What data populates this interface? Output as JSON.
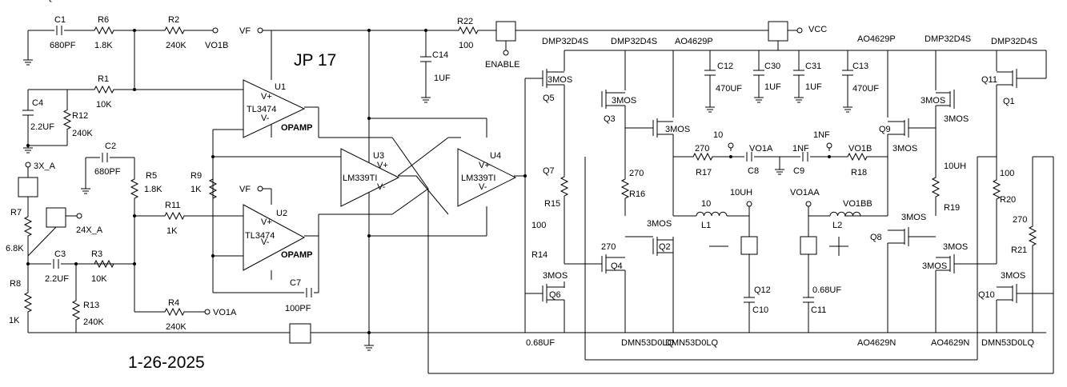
{
  "title": "JP 17",
  "date": "1-26-2025",
  "labels": [
    "C1",
    "680PF",
    "R6",
    "1.8K",
    "R2",
    "240K",
    "VO1B",
    "VF",
    "R1",
    "10K",
    "C4",
    "2.2UF",
    "R12",
    "240K",
    "U1",
    "TL3474",
    "V+",
    "V-",
    "OPAMP",
    "C2",
    "680PF",
    "R5",
    "1.8K",
    "R9",
    "1K",
    "R11",
    "1K",
    "U2",
    "TL3474",
    "V+",
    "V-",
    "OPAMP",
    "VF",
    "U3",
    "LM339TI",
    "V+",
    "V-",
    "U4",
    "LM339TI",
    "V+",
    "V-",
    "3X_A",
    "R7",
    "6.8K",
    "24X_A",
    "C3",
    "2.2UF",
    "R3",
    "10K",
    "R8",
    "1K",
    "R13",
    "240K",
    "R4",
    "240K",
    "VO1A",
    "C7",
    "100PF",
    "R22",
    "100",
    "ENABLE",
    "C14",
    "1UF",
    "VCC",
    "DMP32D4S",
    "DMP32D4S",
    "AO4629P",
    "AO4629P",
    "DMP32D4S",
    "DMP32D4S",
    "C12",
    "470UF",
    "C30",
    "1UF",
    "C31",
    "1UF",
    "C13",
    "470UF",
    "Q5",
    "3MOS",
    "3MOS",
    "Q3",
    "3MOS",
    "Q1",
    "Q11",
    "3MOS",
    "3MOS",
    "Q9",
    "3MOS",
    "Q7",
    "R15",
    "270",
    "R16",
    "100",
    "R14",
    "270",
    "R17",
    "10",
    "VO1A",
    "C8",
    "1NF",
    "C9",
    "1NF",
    "VO1B",
    "R18",
    "10",
    "L1",
    "10UH",
    "VO1AA",
    "VO1BB",
    "L2",
    "10UH",
    "R19",
    "100",
    "R20",
    "270",
    "R21",
    "270",
    "Q4",
    "3MOS",
    "Q2",
    "3MOS",
    "Q6",
    "3MOS",
    "Q8",
    "3MOS",
    "3MOS",
    "Q10",
    "3MOS",
    "Q12",
    "C10",
    "0.68UF",
    "C11",
    "0.68UF",
    "DMN53D0LQ",
    "DMN53D0LQ",
    "AO4629N",
    "AO4629N",
    "DMN53D0LQ",
    "DMN53D0LQ"
  ]
}
